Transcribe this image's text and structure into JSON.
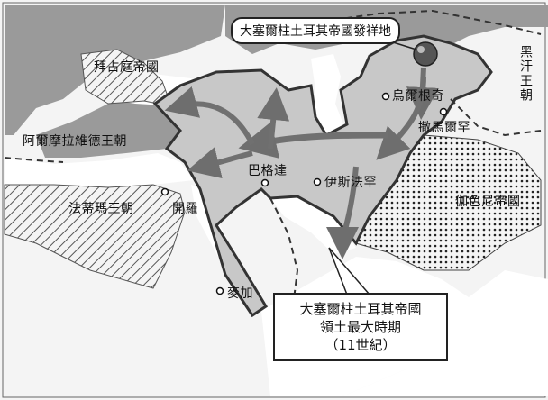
{
  "origin_callout": "大塞爾柱土耳其帝國發祥地",
  "labels": {
    "byzantine": "拜占庭帝國",
    "abbasid": "阿爾摩拉維德王朝",
    "fatimid": "法蒂瑪王朝",
    "cairo": "開羅",
    "baghdad": "巴格達",
    "isfahan": "伊斯法罕",
    "urgench": "烏爾根奇",
    "samarkand": "撒馬爾罕",
    "kara_khanid": "黑汗王朝",
    "ghaznavid": "伽色尼帝國",
    "mecca": "麥加"
  },
  "title_box": {
    "line1": "大塞爾柱土耳其帝國",
    "line2": "領土最大時期",
    "line3": "（11世紀）"
  },
  "colors": {
    "sea": "#ffffff",
    "land": "#9a9a9a",
    "empire": "#c8c8c8",
    "border": "#333333",
    "arrow": "#707070"
  }
}
